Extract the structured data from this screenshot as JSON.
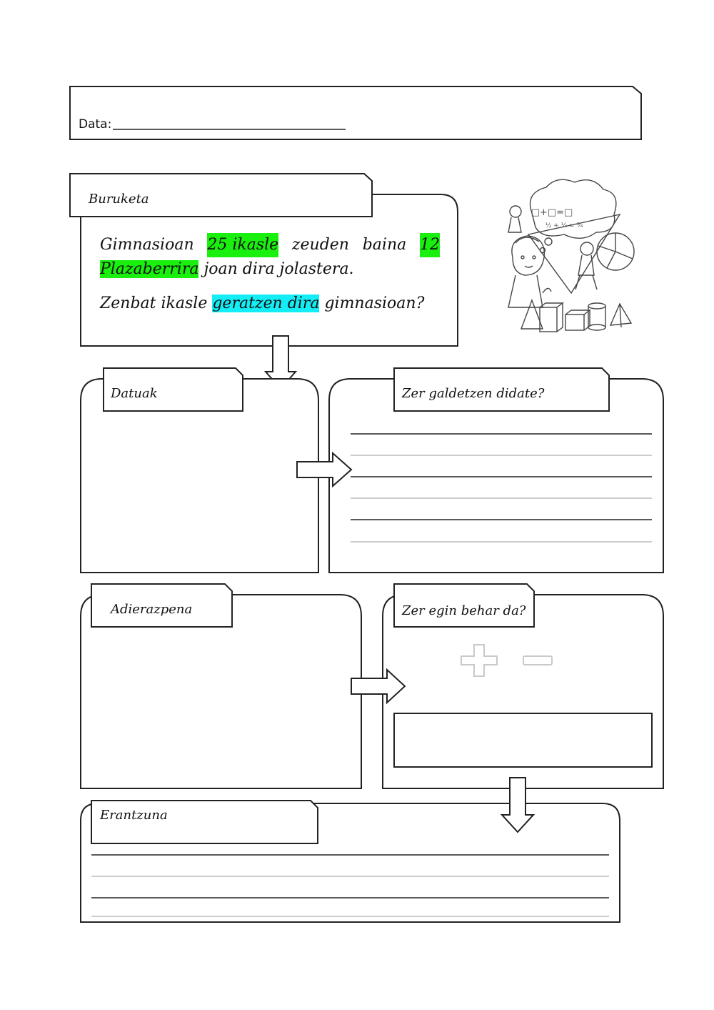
{
  "header": {
    "date_label": "Data:"
  },
  "problem_section": {
    "title": "Buruketa",
    "line1": {
      "w1": "Gimnasioan",
      "w2": "25 ikasle",
      "w3": "zeuden",
      "w4": "baina",
      "w5": "12"
    },
    "line2": {
      "highlight": "Plazaberrira",
      "rest": " joan dira jolastera."
    },
    "question": {
      "before": "Zenbat ikasle ",
      "highlight": "geratzen dira",
      "after": " gimnasioan?"
    },
    "colors": {
      "green_highlight": "#19f00e",
      "cyan_highlight": "#13eef6"
    }
  },
  "illustration": {
    "icon": "children-math-shapes-illustration",
    "formula_top": "□+□=□",
    "formula_bottom": "½ + ¼ = ¾"
  },
  "boxes": {
    "datuak": "Datuak",
    "zer_galdetzen": "Zer galdetzen didate?",
    "adierazpena": "Adierazpena",
    "zer_egin": "Zer egin behar da?",
    "erantzuna": "Erantzuna"
  },
  "operators": {
    "plus": "plus-sign-icon",
    "minus": "minus-sign-icon"
  }
}
